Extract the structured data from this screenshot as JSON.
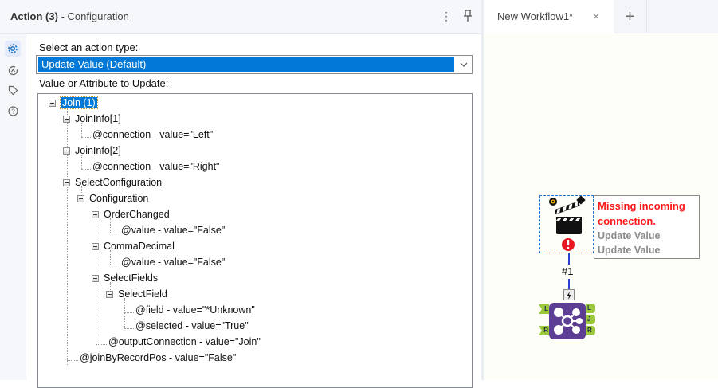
{
  "panel": {
    "title_bold": "Action (3)",
    "title_rest": " - Configuration",
    "menu_icon": "kebab-menu-icon",
    "pin_icon": "pin-icon"
  },
  "iconbar": [
    {
      "name": "configuration",
      "icon": "gear-icon",
      "active": true
    },
    {
      "name": "annotation",
      "icon": "rotate-arrow-icon",
      "active": false
    },
    {
      "name": "tags",
      "icon": "tag-icon",
      "active": false
    },
    {
      "name": "help",
      "icon": "help-icon",
      "active": false
    }
  ],
  "form": {
    "action_type_label": "Select an action type:",
    "action_type_value": "Update Value (Default)",
    "tree_label": "Value or Attribute to Update:"
  },
  "tree": {
    "nodes": [
      {
        "text": "Join (1)",
        "level": 0,
        "expander": true,
        "selected": true
      },
      {
        "text": "JoinInfo[1]",
        "level": 1,
        "expander": true
      },
      {
        "text": "@connection - value=\"Left\"",
        "level": 2,
        "expander": false
      },
      {
        "text": "JoinInfo[2]",
        "level": 1,
        "expander": true
      },
      {
        "text": "@connection - value=\"Right\"",
        "level": 2,
        "expander": false
      },
      {
        "text": "SelectConfiguration",
        "level": 1,
        "expander": true
      },
      {
        "text": "Configuration",
        "level": 2,
        "expander": true
      },
      {
        "text": "OrderChanged",
        "level": 3,
        "expander": true
      },
      {
        "text": "@value - value=\"False\"",
        "level": 4,
        "expander": false
      },
      {
        "text": "CommaDecimal",
        "level": 3,
        "expander": true
      },
      {
        "text": "@value - value=\"False\"",
        "level": 4,
        "expander": false
      },
      {
        "text": "SelectFields",
        "level": 3,
        "expander": true
      },
      {
        "text": "SelectField",
        "level": 4,
        "expander": true
      },
      {
        "text": "@field - value=\"*Unknown\"",
        "level": 5,
        "expander": false
      },
      {
        "text": "@selected - value=\"True\"",
        "level": 5,
        "expander": false
      },
      {
        "text": "@outputConnection - value=\"Join\"",
        "level": 3,
        "expander": false
      },
      {
        "text": "@joinByRecordPos - value=\"False\"",
        "level": 1,
        "expander": false
      }
    ]
  },
  "workflow": {
    "tab_label": "New Workflow1*",
    "tab_close": "×",
    "add_tab": "+",
    "tooltip_error_line1": "Missing incoming",
    "tooltip_error_line2": "connection.",
    "tooltip_line3": "Update Value",
    "tooltip_line4": "Update Value",
    "connection_label": "#1",
    "join_anchors_in": [
      "L",
      "R"
    ],
    "join_anchors_out": [
      "L",
      "J",
      "R"
    ],
    "colors": {
      "error": "#ff1a1a",
      "join_tool": "#5c3f95",
      "anchor": "#9bc73a",
      "connection": "#2a3fd1",
      "selection": "#0078d7"
    }
  }
}
